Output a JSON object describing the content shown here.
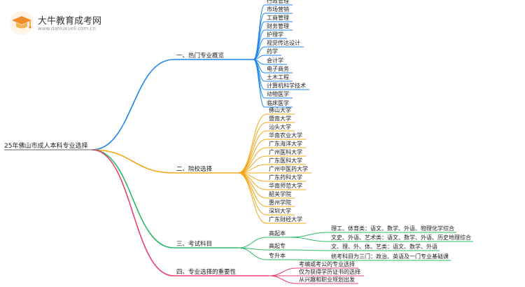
{
  "watermark": {
    "title": "大牛教育成考网",
    "url": "www.daniuxueli.com.cn",
    "icon": "graduation-cap-icon",
    "accent_color": "#f08c2a"
  },
  "mindmap": {
    "root": "25年佛山市成人本科专业选择",
    "branches": [
      {
        "label": "一、热门专业概览",
        "color": "#1d86f0",
        "children": [
          {
            "label": "行政管理"
          },
          {
            "label": "市场营销"
          },
          {
            "label": "工商管理"
          },
          {
            "label": "财务管理"
          },
          {
            "label": "护理学"
          },
          {
            "label": "视觉传达设计"
          },
          {
            "label": "药学"
          },
          {
            "label": "会计学"
          },
          {
            "label": "电子商务"
          },
          {
            "label": "土木工程"
          },
          {
            "label": "计算机科学技术"
          },
          {
            "label": "动物医学"
          },
          {
            "label": "临床医学"
          }
        ]
      },
      {
        "label": "二、院校选择",
        "color": "#f0a81a",
        "children": [
          {
            "label": "佛山大学"
          },
          {
            "label": "暨南大学"
          },
          {
            "label": "汕头大学"
          },
          {
            "label": "华南农业大学"
          },
          {
            "label": "广东海洋大学"
          },
          {
            "label": "广州医科大学"
          },
          {
            "label": "广东医科大学"
          },
          {
            "label": "广州中医药大学"
          },
          {
            "label": "广东药科大学"
          },
          {
            "label": "华南师范大学"
          },
          {
            "label": "韶关学院"
          },
          {
            "label": "惠州学院"
          },
          {
            "label": "深圳大学"
          },
          {
            "label": "广东财经大学"
          }
        ]
      },
      {
        "label": "三、考试科目",
        "color": "#29b865",
        "children": [
          {
            "label": "高起本",
            "children": [
              {
                "label": "理工、体育类：语文、数学、外语、物理化学综合"
              },
              {
                "label": "文史、外语、艺术类：语文、数学、外语、历史地理综合"
              }
            ]
          },
          {
            "label": "高起专",
            "children": [
              {
                "label": "文、理、外、体、艺类：语文、数学、外语"
              }
            ]
          },
          {
            "label": "专升本",
            "children": [
              {
                "label": "统考科目为三门：政治、英语及一门专业基础课"
              }
            ]
          }
        ]
      },
      {
        "label": "四、专业选择的重要性",
        "color": "#e8416c",
        "children": [
          {
            "label": "考编或考公的专业选择"
          },
          {
            "label": "仅为获得学历证书的选择"
          },
          {
            "label": "从兴趣和职业规划出发"
          }
        ]
      }
    ]
  }
}
